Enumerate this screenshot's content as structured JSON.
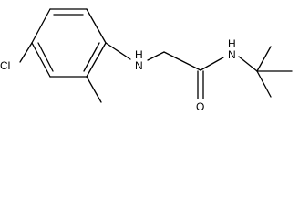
{
  "molecule": {
    "atom_labels": {
      "chlorine": "Cl",
      "amine_nh": "H\nN",
      "amide_nh": "H\nN",
      "carbonyl_o": "O"
    },
    "colors": {
      "ink": "#000000",
      "background": "#ffffff"
    }
  }
}
